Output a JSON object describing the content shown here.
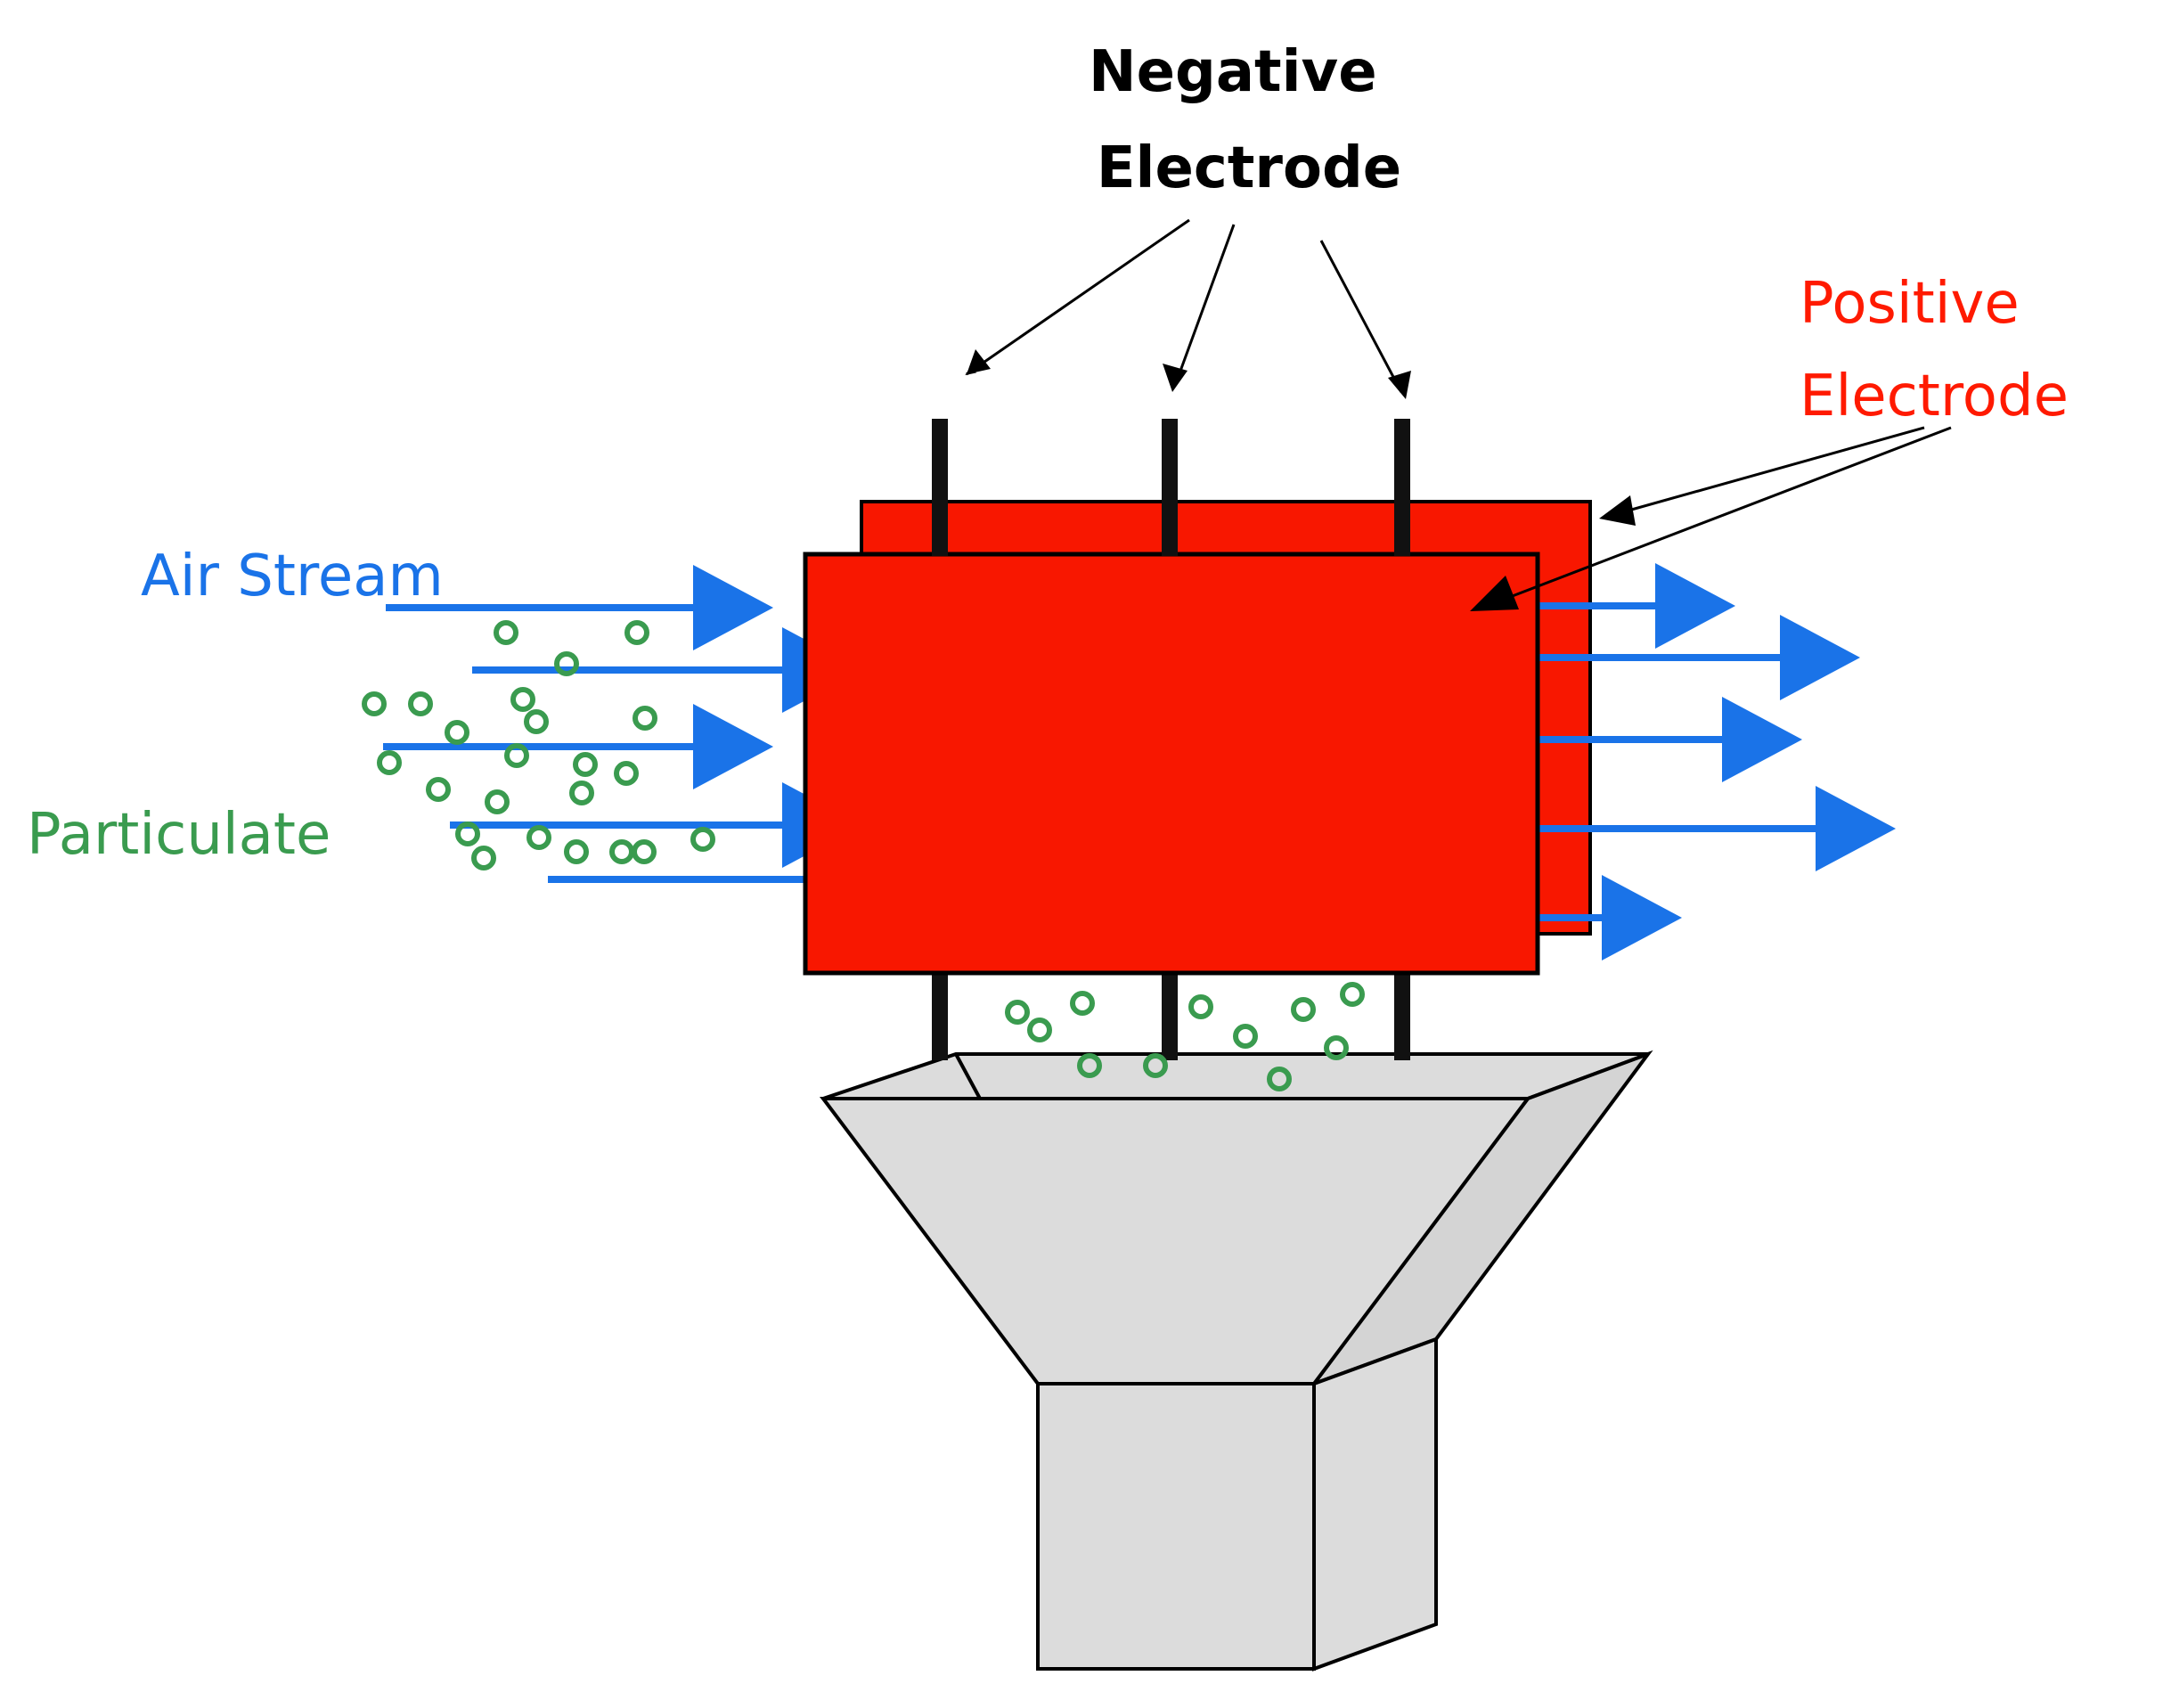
{
  "labels": {
    "negative_electrode": [
      "Negative",
      "Electrode"
    ],
    "positive_electrode": [
      "Positive",
      "Electrode"
    ],
    "air_stream": "Air Stream",
    "particulate": "Particulate"
  },
  "colors": {
    "negative_label": "#000000",
    "positive_label": "#ff1a00",
    "air_stream": "#1a73e8",
    "particulate": "#3a9b4f",
    "plate_fill": "#f81700",
    "hopper_fill": "#dcdcdc",
    "stroke": "#000000"
  }
}
